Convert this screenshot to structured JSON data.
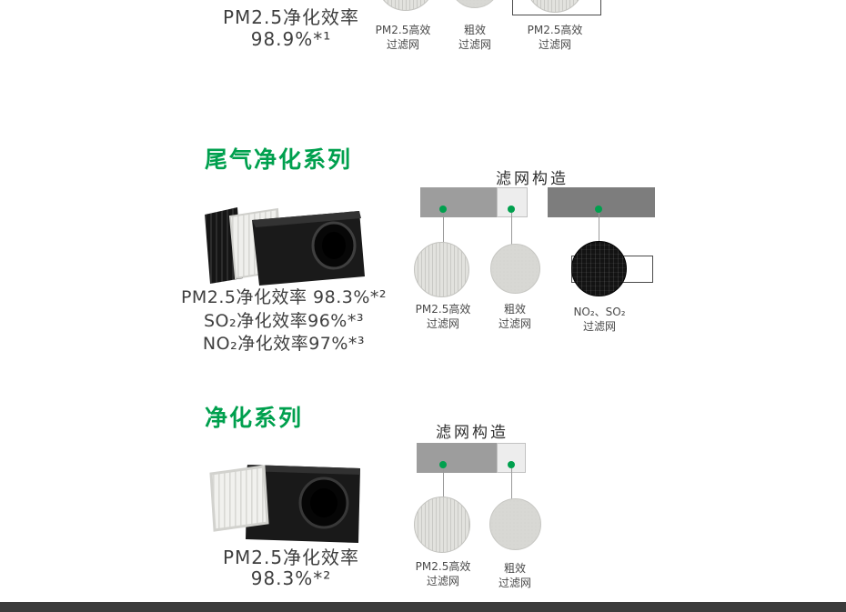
{
  "colors": {
    "accent_green": "#00a04e",
    "bar_gray": "#9d9d9d",
    "bar_dark_gray": "#7d7d7d",
    "footer": "#3c3c3c"
  },
  "top": {
    "stat_line1": "PM2.5净化效率",
    "stat_line2": "98.9%*¹",
    "filters": [
      {
        "l1": "PM2.5高效",
        "l2": "过滤网"
      },
      {
        "l1": "粗效",
        "l2": "过滤网"
      },
      {
        "l1": "PM2.5高效",
        "l2": "过滤网"
      }
    ]
  },
  "exhaust": {
    "title": "尾气净化系列",
    "diagram_title": "滤网构造",
    "stat1": "PM2.5净化效率 98.3%*²",
    "stat2": "SO₂净化效率96%*³",
    "stat3": "NO₂净化效率97%*³",
    "filters": [
      {
        "l1": "PM2.5高效",
        "l2": "过滤网"
      },
      {
        "l1": "粗效",
        "l2": "过滤网"
      },
      {
        "l1": "NO₂、SO₂",
        "l2": "过滤网"
      }
    ]
  },
  "purify": {
    "title": "净化系列",
    "diagram_title": "滤网构造",
    "stat1": "PM2.5净化效率",
    "stat2": "98.3%*²",
    "filters": [
      {
        "l1": "PM2.5高效",
        "l2": "过滤网"
      },
      {
        "l1": "粗效",
        "l2": "过滤网"
      }
    ]
  }
}
